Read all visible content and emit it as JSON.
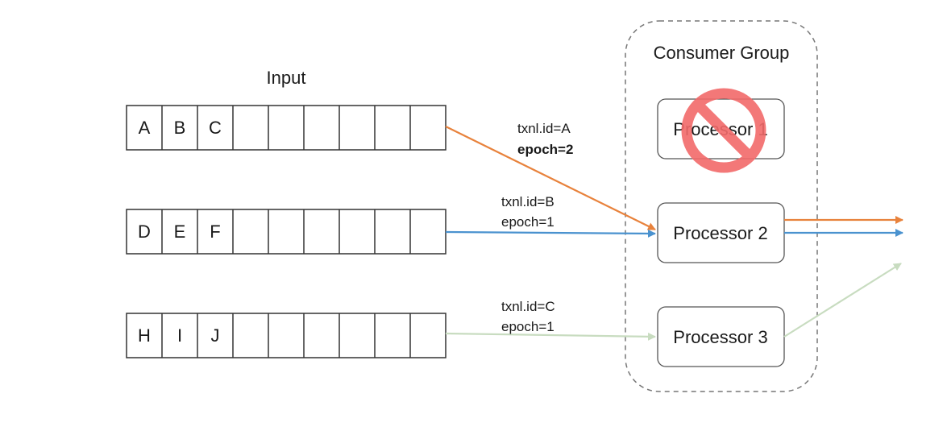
{
  "input": {
    "title": "Input",
    "queues": [
      {
        "cells": [
          "A",
          "B",
          "C",
          "",
          "",
          "",
          "",
          "",
          ""
        ]
      },
      {
        "cells": [
          "D",
          "E",
          "F",
          "",
          "",
          "",
          "",
          "",
          ""
        ]
      },
      {
        "cells": [
          "H",
          "I",
          "J",
          "",
          "",
          "",
          "",
          "",
          ""
        ]
      }
    ]
  },
  "consumer_group": {
    "title": "Consumer Group",
    "processors": [
      {
        "label": "Processor 1",
        "status": "failed",
        "status_icon": "prohibited-icon"
      },
      {
        "label": "Processor 2",
        "status": "active"
      },
      {
        "label": "Processor 3",
        "status": "active"
      }
    ]
  },
  "flows": [
    {
      "txn_label": "txnl.id=A",
      "epoch_label": "epoch=2",
      "epoch_bold": true,
      "color": "#e8823c"
    },
    {
      "txn_label": "txnl.id=B",
      "epoch_label": "epoch=1",
      "epoch_bold": false,
      "color": "#4a92cf"
    },
    {
      "txn_label": "txnl.id=C",
      "epoch_label": "epoch=1",
      "epoch_bold": false,
      "color": "#c8dcc0"
    }
  ],
  "colors": {
    "prohibited": "#f26a6a",
    "box_stroke": "#333333",
    "group_border": "#777777"
  }
}
